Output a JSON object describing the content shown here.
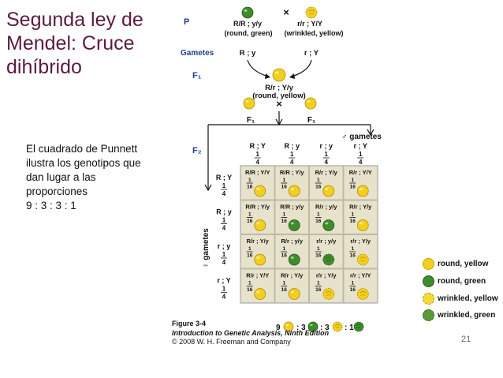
{
  "slide": {
    "title": "Segunda ley de Mendel: Cruce dihíbrido",
    "body": [
      "El cuadrado de Punnett",
      "ilustra los genotipos que",
      "dan lugar a las",
      "proporciones",
      "9 : 3 : 3 : 1"
    ],
    "page_number": "21"
  },
  "figure": {
    "labels": {
      "P": "P",
      "gametes_row": "Gametes",
      "F1": "F₁",
      "F1_short": "F₁",
      "F2": "F₂",
      "cross": "×",
      "male_gametes": "♂ gametes",
      "female_gametes": "♀ gametes"
    },
    "parents": [
      {
        "genotype": "R/R ; y/y",
        "phenotype": "(round, green)",
        "gamete": "R ; y",
        "type": "round-green"
      },
      {
        "genotype": "r/r ; Y/Y",
        "phenotype": "(wrinkled, yellow)",
        "gamete": "r ; Y",
        "type": "wrinkled-yellow"
      }
    ],
    "f1": {
      "genotype": "R/r ; Y/y",
      "phenotype": "(round, yellow)"
    },
    "gamete_cols": [
      {
        "label": "R ; Y",
        "freq_num": "1",
        "freq_den": "4"
      },
      {
        "label": "R ; y",
        "freq_num": "1",
        "freq_den": "4"
      },
      {
        "label": "r ; y",
        "freq_num": "1",
        "freq_den": "4"
      },
      {
        "label": "r ; Y",
        "freq_num": "1",
        "freq_den": "4"
      }
    ],
    "gamete_rows": [
      {
        "label": "R ; Y",
        "freq_num": "1",
        "freq_den": "4"
      },
      {
        "label": "R ; y",
        "freq_num": "1",
        "freq_den": "4"
      },
      {
        "label": "r ; y",
        "freq_num": "1",
        "freq_den": "4"
      },
      {
        "label": "r ; Y",
        "freq_num": "1",
        "freq_den": "4"
      }
    ],
    "punnett": [
      [
        {
          "g": "R/R ; Y/Y",
          "t": "round-yellow"
        },
        {
          "g": "R/R ; Y/y",
          "t": "round-yellow"
        },
        {
          "g": "R/r ; Y/y",
          "t": "round-yellow"
        },
        {
          "g": "R/r ; Y/Y",
          "t": "round-yellow"
        }
      ],
      [
        {
          "g": "R/R ; Y/y",
          "t": "round-yellow"
        },
        {
          "g": "R/R ; y/y",
          "t": "round-green"
        },
        {
          "g": "R/r ; y/y",
          "t": "round-green"
        },
        {
          "g": "R/r ; Y/y",
          "t": "round-yellow"
        }
      ],
      [
        {
          "g": "R/r ; Y/y",
          "t": "round-yellow"
        },
        {
          "g": "R/r ; y/y",
          "t": "round-green"
        },
        {
          "g": "r/r ; y/y",
          "t": "wrinkled-green"
        },
        {
          "g": "r/r ; Y/y",
          "t": "wrinkled-yellow"
        }
      ],
      [
        {
          "g": "R/r ; Y/Y",
          "t": "round-yellow"
        },
        {
          "g": "R/r ; Y/y",
          "t": "round-yellow"
        },
        {
          "g": "r/r ; Y/y",
          "t": "wrinkled-yellow"
        },
        {
          "g": "r/r ; Y/Y",
          "t": "wrinkled-yellow"
        }
      ]
    ],
    "cell_freq": {
      "num": "1",
      "den": "16"
    },
    "legend": [
      {
        "label": "round, yellow",
        "type": "round-yellow"
      },
      {
        "label": "round, green",
        "type": "round-green"
      },
      {
        "label": "wrinkled, yellow",
        "type": "wrinkled-yellow"
      },
      {
        "label": "wrinkled, green",
        "type": "wrinkled-green"
      }
    ],
    "ratio": [
      "9",
      ": 3",
      ": 3",
      ": 1"
    ],
    "caption": {
      "line1": "Figure 3-4",
      "line2": "Introduction to Genetic Analysis, Ninth Edition",
      "line3": "© 2008 W. H. Freeman and Company"
    }
  },
  "colors": {
    "title": "#5a1b3e",
    "yellow_pea": "#f2cf1f",
    "green_pea": "#3f8d2a",
    "grid_bg": "#e7e2cc",
    "accent_blue": "#1f3f8f"
  }
}
